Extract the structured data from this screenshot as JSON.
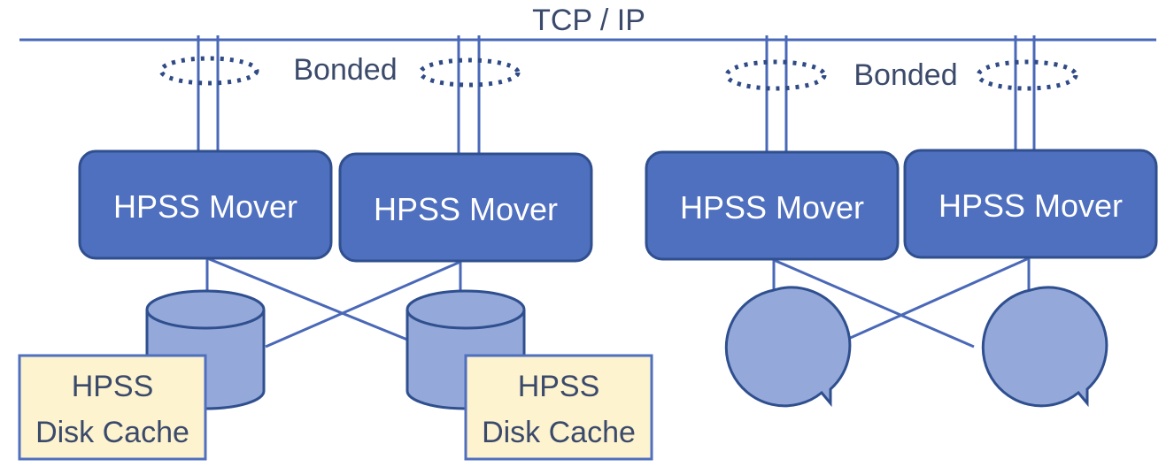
{
  "network": {
    "label": "TCP / IP"
  },
  "bonds": [
    {
      "label": "Bonded"
    },
    {
      "label": "Bonded"
    }
  ],
  "movers": [
    {
      "label": "HPSS Mover"
    },
    {
      "label": "HPSS Mover"
    },
    {
      "label": "HPSS Mover"
    },
    {
      "label": "HPSS Mover"
    }
  ],
  "disk_caches": [
    {
      "line1": "HPSS",
      "line2": "Disk Cache"
    },
    {
      "line1": "HPSS",
      "line2": "Disk Cache"
    }
  ],
  "colors": {
    "mover_fill": "#4f6fbf",
    "storage_fill": "#94a9d9",
    "cache_fill": "#fdf3cf",
    "line": "#4a68b8"
  }
}
